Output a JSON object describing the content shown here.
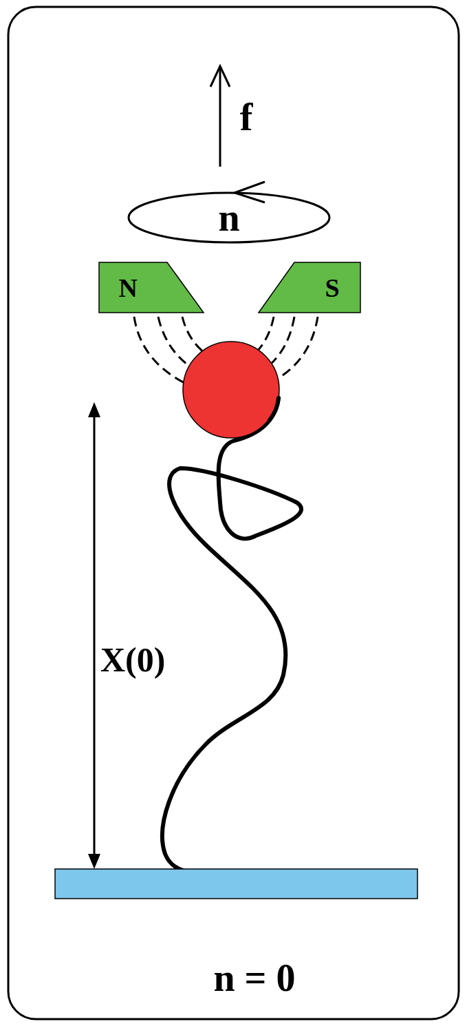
{
  "diagram": {
    "nodes": [
      {
        "text": [
          "n"
        ]
      },
      {
        "text": [
          "N"
        ]
      },
      {
        "text": [
          "S"
        ]
      }
    ],
    "labels": [
      "f",
      "X(0)",
      "n = 0"
    ]
  }
}
